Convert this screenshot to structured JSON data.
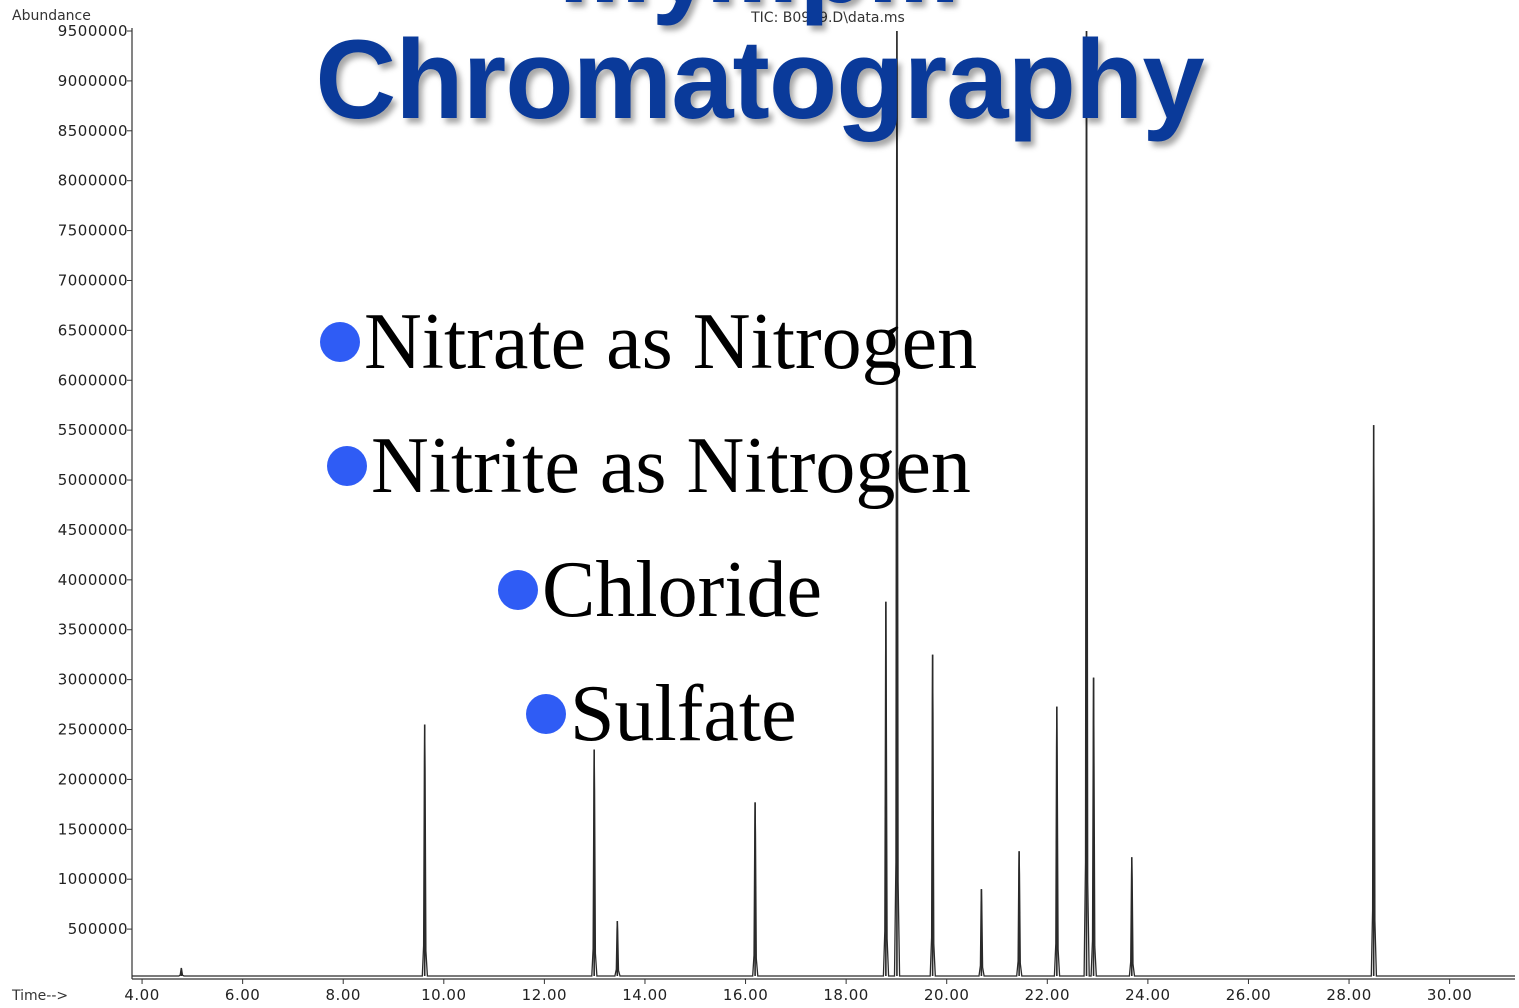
{
  "slide": {
    "title_fragment": "...y...p...",
    "title": "Chromatography",
    "bullets": [
      "Nitrate as Nitrogen",
      "Nitrite as Nitrogen",
      "Chloride",
      "Sulfate"
    ]
  },
  "colors": {
    "title": "#0a3a9a",
    "bullet_dot": "#2f5cf5",
    "trace": "#2a2a2a"
  },
  "chart_data": {
    "type": "line",
    "title": "TIC: B0909.D\\data.ms",
    "ylabel": "Abundance",
    "xlabel": "Time-->",
    "xlim": [
      3.8,
      31.3
    ],
    "ylim": [
      0,
      9500000
    ],
    "x_ticks": [
      "4.00",
      "6.00",
      "8.00",
      "10.00",
      "12.00",
      "14.00",
      "16.00",
      "18.00",
      "20.00",
      "22.00",
      "24.00",
      "26.00",
      "28.00",
      "30.00"
    ],
    "y_ticks": [
      "500000",
      "1000000",
      "1500000",
      "2000000",
      "2500000",
      "3000000",
      "3500000",
      "4000000",
      "4500000",
      "5000000",
      "5500000",
      "6000000",
      "6500000",
      "7000000",
      "7500000",
      "8000000",
      "8500000",
      "9000000",
      "9500000"
    ],
    "baseline": 30000,
    "peaks": [
      {
        "x": 4.78,
        "y": 110000
      },
      {
        "x": 9.62,
        "y": 2550000
      },
      {
        "x": 12.99,
        "y": 2300000
      },
      {
        "x": 13.45,
        "y": 580000
      },
      {
        "x": 16.19,
        "y": 1770000
      },
      {
        "x": 18.79,
        "y": 3780000
      },
      {
        "x": 19.01,
        "y": 9500000
      },
      {
        "x": 19.72,
        "y": 3250000
      },
      {
        "x": 20.69,
        "y": 900000
      },
      {
        "x": 21.44,
        "y": 1280000
      },
      {
        "x": 22.19,
        "y": 2730000
      },
      {
        "x": 22.78,
        "y": 9500000
      },
      {
        "x": 22.92,
        "y": 3020000
      },
      {
        "x": 23.68,
        "y": 1220000
      },
      {
        "x": 28.49,
        "y": 5550000
      }
    ]
  }
}
